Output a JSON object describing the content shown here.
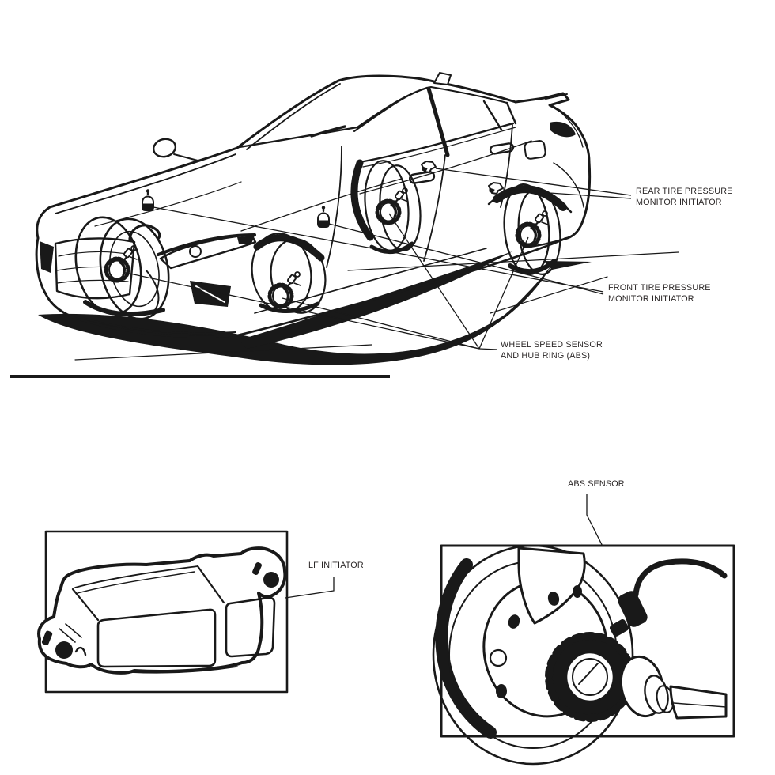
{
  "figure": {
    "type": "technical-diagram",
    "subject": "Vehicle TPMS initiator and ABS wheel speed sensor component locations",
    "colors": {
      "ink": "#191919",
      "background": "#ffffff"
    },
    "callouts": {
      "rear_tpms": {
        "line1": "REAR TIRE PRESSURE",
        "line2": "MONITOR INITIATOR"
      },
      "front_tpms": {
        "line1": "FRONT TIRE PRESSURE",
        "line2": "MONITOR INITIATOR"
      },
      "wheel_speed": {
        "line1": "WHEEL SPEED SENSOR",
        "line2": "AND HUB RING (ABS)"
      },
      "lf_initiator": {
        "label": "LF INITIATOR"
      },
      "abs_sensor": {
        "label": "ABS SENSOR"
      }
    },
    "icons": [
      "sedan-line-art",
      "hub-ring-sensor-icon",
      "tpms-initiator-bottle-icon",
      "rear-initiator-clip-icon",
      "lf-initiator-module-drawing",
      "abs-sensor-hub-assembly-drawing"
    ]
  }
}
